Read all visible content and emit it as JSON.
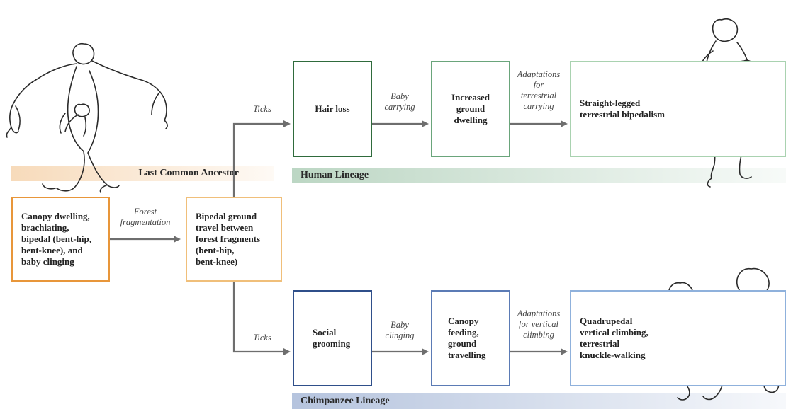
{
  "colors": {
    "ancestor": "#e8963a",
    "human_dark": "#2f6b3c",
    "human_mid": "#6aa57b",
    "human_light": "#a9d2b0",
    "chimp_dark": "#2f4f8a",
    "chimp_mid": "#5b7bb5",
    "chimp_light": "#8fb1dc",
    "arrow": "#6e6e6e"
  },
  "bands": {
    "ancestor": "Last Common Ancestor",
    "human": "Human Lineage",
    "chimp": "Chimpanzee Lineage"
  },
  "nodes": {
    "ancestor_state": [
      "Canopy dwelling,",
      "brachiating,",
      "bipedal (bent-hip,",
      "bent-knee), and",
      "baby clinging"
    ],
    "bipedal_travel": [
      "Bipedal ground",
      "travel between",
      "forest fragments",
      "(bent-hip,",
      "bent-knee)"
    ],
    "hair_loss": [
      "Hair loss"
    ],
    "increased_ground": [
      "Increased",
      "ground",
      "dwelling"
    ],
    "straight_legged": [
      "Straight-legged",
      "terrestrial bipedalism"
    ],
    "social_grooming": [
      "Social",
      "grooming"
    ],
    "canopy_feeding": [
      "Canopy",
      "feeding,",
      "ground",
      "travelling"
    ],
    "quadrupedal": [
      "Quadrupedal",
      "vertical climbing,",
      "terrestrial",
      "knuckle-walking"
    ]
  },
  "edges": {
    "forest_fragmentation": [
      "Forest",
      "fragmentation"
    ],
    "ticks_top": [
      "Ticks"
    ],
    "ticks_bottom": [
      "Ticks"
    ],
    "baby_carrying": [
      "Baby",
      "carrying"
    ],
    "adapt_terrestrial": [
      "Adaptations",
      "for",
      "terrestrial",
      "carrying"
    ],
    "baby_clinging": [
      "Baby",
      "clinging"
    ],
    "adapt_vertical": [
      "Adaptations",
      "for vertical",
      "climbing"
    ]
  },
  "icons": {
    "ancestor_figure": "ape-with-infant-brachiating-icon",
    "human_figure": "human-carrying-baby-icon",
    "chimp_figure": "chimpanzee-with-infant-icon"
  }
}
